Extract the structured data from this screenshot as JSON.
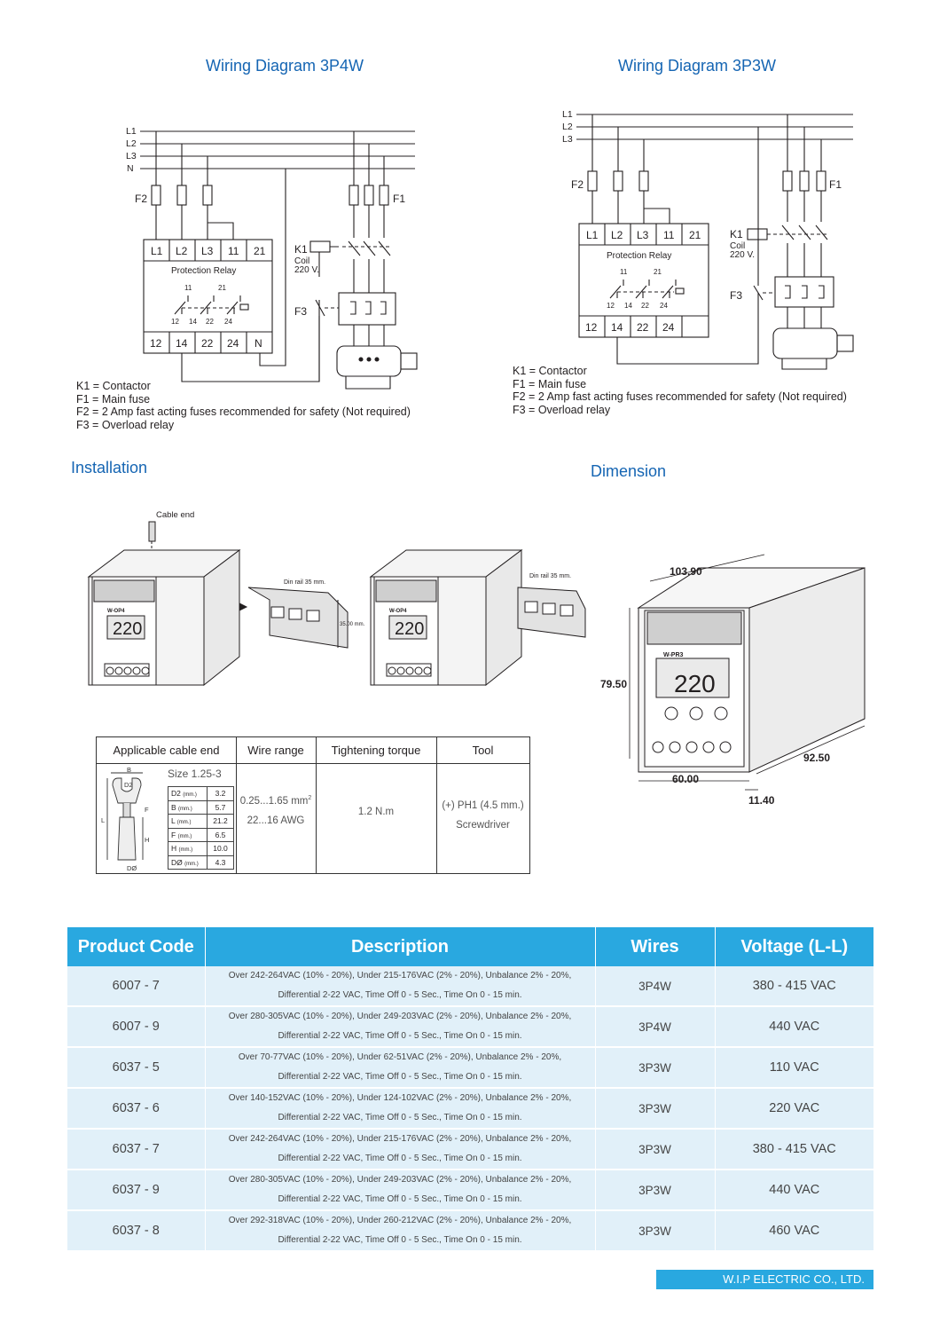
{
  "headings": {
    "diagram_3p4w": "Wiring Diagram 3P4W",
    "diagram_3p3w": "Wiring Diagram 3P3W",
    "installation": "Installation",
    "dimension": "Dimension"
  },
  "diagram_labels": {
    "lines_4w": [
      "L1",
      "L2",
      "L3",
      "N"
    ],
    "lines_3w": [
      "L1",
      "L2",
      "L3"
    ],
    "top_terminals": [
      "L1",
      "L2",
      "L3",
      "11",
      "21"
    ],
    "bottom_terminals_4w": [
      "12",
      "14",
      "22",
      "24",
      "N"
    ],
    "bottom_terminals_3w": [
      "12",
      "14",
      "22",
      "24"
    ],
    "relay_name": "Protection Relay",
    "f1": "F1",
    "f2": "F2",
    "f3": "F3",
    "k1": "K1",
    "coil": "Coil",
    "coil_voltage": "220 V.",
    "contact_11": "11",
    "contact_21": "21",
    "contact_12": "12",
    "contact_14": "14",
    "contact_22": "22",
    "contact_24": "24"
  },
  "legend": [
    "K1 = Contactor",
    "F1 = Main fuse",
    "F2 = 2 Amp fast acting fuses recommended for safety (Not required)",
    "F3 = Overload relay"
  ],
  "installation": {
    "cable_end": "Cable end",
    "din_rail_1": "Din rail 35 mm.",
    "din_rail_2": "Din rail 35 mm.",
    "rail_height": "35.00 mm.",
    "model": "W-OP4",
    "display": "220"
  },
  "dimension": {
    "width_top": "103.90",
    "height": "79.50",
    "depth": "92.50",
    "front_width": "60.00",
    "rail_offset": "11.40",
    "model": "W-PR3",
    "display": "220"
  },
  "cable_table": {
    "headers": [
      "Applicable cable end",
      "Wire range",
      "Tightening torque",
      "Tool"
    ],
    "size": "Size 1.25-3",
    "dims_labels": [
      "D2",
      "B",
      "L",
      "F",
      "H",
      "DØ"
    ],
    "dims_units": "(mm.)",
    "dims": [
      {
        "key": "D2",
        "value": "3.2"
      },
      {
        "key": "B",
        "value": "5.7"
      },
      {
        "key": "L",
        "value": "21.2"
      },
      {
        "key": "F",
        "value": "6.5"
      },
      {
        "key": "H",
        "value": "10.0"
      },
      {
        "key": "DØ",
        "value": "4.3"
      }
    ],
    "wire_range_1": "0.25...1.65 mm",
    "wire_range_sup": "2",
    "wire_range_2": "22...16 AWG",
    "torque": "1.2 N.m",
    "tool_1": "(+) PH1 (4.5 mm.)",
    "tool_2": "Screwdriver"
  },
  "product_table": {
    "headers": [
      "Product Code",
      "Description",
      "Wires",
      "Voltage (L-L)"
    ],
    "rows": [
      {
        "code": "6007 - 7",
        "desc1": "Over 242-264VAC (10% - 20%), Under 215-176VAC (2% - 20%), Unbalance 2% - 20%,",
        "desc2": "Differential 2-22 VAC, Time Off 0 - 5 Sec., Time On 0 - 15 min.",
        "wires": "3P4W",
        "voltage": "380 - 415 VAC"
      },
      {
        "code": "6007 - 9",
        "desc1": "Over 280-305VAC (10% - 20%), Under 249-203VAC (2% - 20%), Unbalance 2% - 20%,",
        "desc2": "Differential 2-22 VAC, Time Off 0 - 5 Sec., Time On 0 - 15 min.",
        "wires": "3P4W",
        "voltage": "440 VAC"
      },
      {
        "code": "6037 - 5",
        "desc1": "Over 70-77VAC (10% - 20%), Under 62-51VAC (2% - 20%), Unbalance 2% - 20%,",
        "desc2": "Differential 2-22 VAC, Time Off 0 - 5 Sec., Time On 0 - 15 min.",
        "wires": "3P3W",
        "voltage": "110 VAC"
      },
      {
        "code": "6037 - 6",
        "desc1": "Over 140-152VAC (10% - 20%), Under 124-102VAC (2% - 20%), Unbalance 2% - 20%,",
        "desc2": "Differential 2-22 VAC, Time Off 0 - 5 Sec., Time On 0 - 15 min.",
        "wires": "3P3W",
        "voltage": "220 VAC"
      },
      {
        "code": "6037 - 7",
        "desc1": "Over 242-264VAC (10% - 20%), Under 215-176VAC (2% - 20%), Unbalance 2% - 20%,",
        "desc2": "Differential 2-22 VAC, Time Off 0 - 5 Sec., Time On 0 - 15 min.",
        "wires": "3P3W",
        "voltage": "380 - 415 VAC"
      },
      {
        "code": "6037 - 9",
        "desc1": "Over 280-305VAC (10% - 20%), Under 249-203VAC (2% - 20%), Unbalance 2% - 20%,",
        "desc2": "Differential 2-22 VAC, Time Off 0 - 5 Sec., Time On 0 - 15 min.",
        "wires": "3P3W",
        "voltage": "440 VAC"
      },
      {
        "code": "6037 - 8",
        "desc1": "Over 292-318VAC (10% - 20%), Under 260-212VAC (2% - 20%), Unbalance 2% - 20%,",
        "desc2": "Differential 2-22 VAC, Time Off 0 - 5 Sec., Time On 0 - 15 min.",
        "wires": "3P3W",
        "voltage": "460 VAC"
      }
    ]
  },
  "footer": "W.I.P ELECTRIC CO., LTD."
}
